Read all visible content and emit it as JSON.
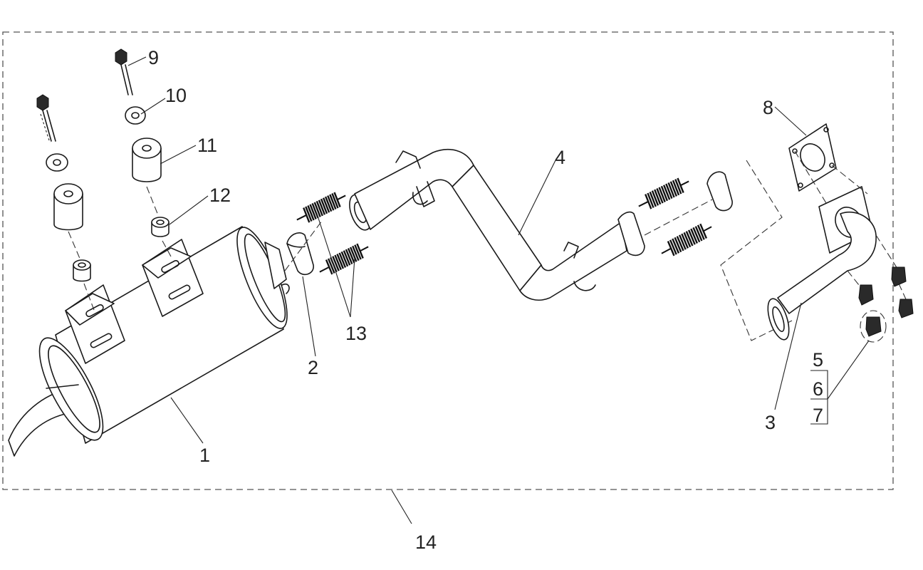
{
  "diagram": {
    "callouts": {
      "c1": "1",
      "c2": "2",
      "c3": "3",
      "c4": "4",
      "c5": "5",
      "c6": "6",
      "c7": "7",
      "c8": "8",
      "c9": "9",
      "c10": "10",
      "c11": "11",
      "c12": "12",
      "c13": "13",
      "c14": "14"
    },
    "colors": {
      "line": "#1a1a1a",
      "background": "#ffffff",
      "dashed_border": "#555555"
    }
  }
}
